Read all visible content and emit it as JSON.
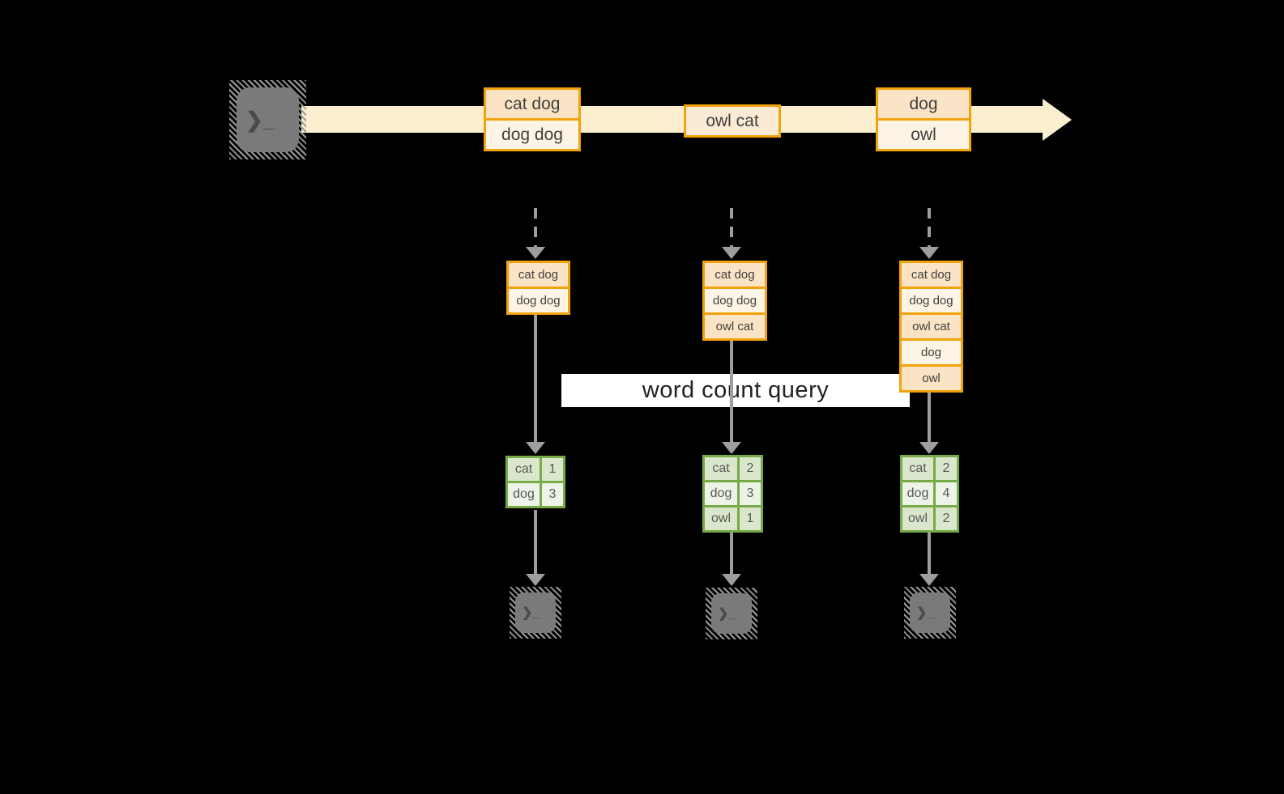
{
  "colors": {
    "background": "#000000",
    "stream_band": "#FBEFD0",
    "event_border": "#F0A30A",
    "event_fill_peach": "#FBE3C6",
    "event_fill_cream": "#FDF4E5",
    "table_border": "#77AB48",
    "table_fill_dark": "#DAE7CC",
    "table_fill_light": "#EEF3E8",
    "arrow_gray": "#9E9E9E",
    "terminal_gray": "#7A7A7A",
    "query_bg": "#FFFFFF"
  },
  "icons": {
    "terminal_prompt": "❯_"
  },
  "query": {
    "label": "word count query"
  },
  "stream": {
    "event1": {
      "row1": "cat dog",
      "row2": "dog dog"
    },
    "event2": {
      "row1": "owl cat"
    },
    "event3": {
      "row1": "dog",
      "row2": "owl"
    }
  },
  "states": {
    "state1": {
      "row1": "cat dog",
      "row2": "dog dog"
    },
    "state2": {
      "row1": "cat dog",
      "row2": "dog dog",
      "row3": "owl cat"
    },
    "state3": {
      "row1": "cat dog",
      "row2": "dog dog",
      "row3": "owl cat",
      "row4": "dog",
      "row5": "owl"
    }
  },
  "counts": {
    "table1": {
      "row1": {
        "word": "cat",
        "value": "1"
      },
      "row2": {
        "word": "dog",
        "value": "3"
      }
    },
    "table2": {
      "row1": {
        "word": "cat",
        "value": "2"
      },
      "row2": {
        "word": "dog",
        "value": "3"
      },
      "row3": {
        "word": "owl",
        "value": "1"
      }
    },
    "table3": {
      "row1": {
        "word": "cat",
        "value": "2"
      },
      "row2": {
        "word": "dog",
        "value": "4"
      },
      "row3": {
        "word": "owl",
        "value": "2"
      }
    }
  }
}
